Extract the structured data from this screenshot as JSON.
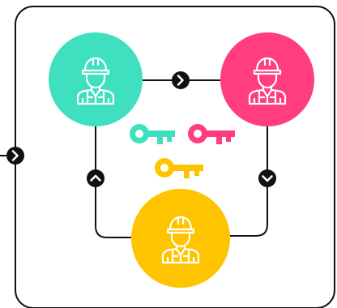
{
  "diagram": {
    "nodes": [
      {
        "id": "worker-teal",
        "role": "construction-worker-icon",
        "color": "#3EE0BF"
      },
      {
        "id": "worker-pink",
        "role": "construction-worker-icon",
        "color": "#FF3D7F"
      },
      {
        "id": "worker-yellow",
        "role": "construction-worker-icon",
        "color": "#FFC400"
      }
    ],
    "keys": [
      {
        "id": "key-teal",
        "icon": "key-icon",
        "color": "#3EE0BF"
      },
      {
        "id": "key-pink",
        "icon": "key-icon",
        "color": "#FF3D7F"
      },
      {
        "id": "key-yellow",
        "icon": "key-icon",
        "color": "#FFC400"
      }
    ],
    "connectors": [
      {
        "from": "worker-teal",
        "to": "worker-pink",
        "marker": "chevron-right-icon"
      },
      {
        "from": "worker-pink",
        "to": "worker-yellow",
        "marker": "chevron-down-icon"
      },
      {
        "from": "worker-yellow",
        "to": "worker-teal",
        "marker": "chevron-up-icon"
      },
      {
        "from": "outside",
        "to": "frame",
        "marker": "chevron-right-icon"
      }
    ],
    "line_color": "#111111"
  }
}
